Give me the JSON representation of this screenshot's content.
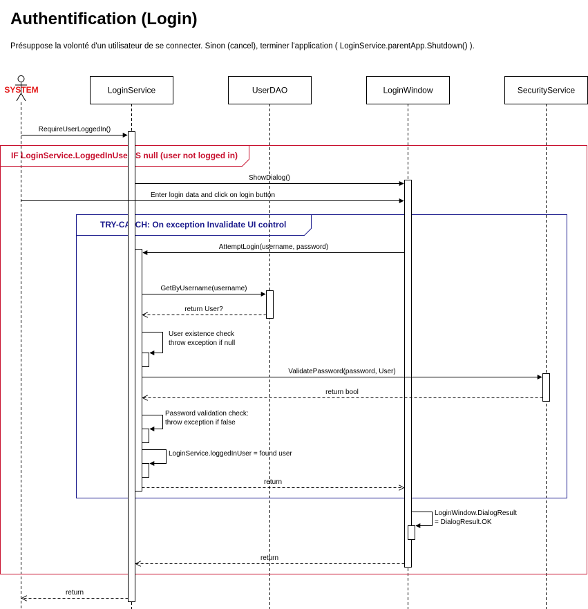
{
  "title": "Authentification (Login)",
  "subtitle": "Présuppose la volonté d'un utilisateur de se connecter. Sinon (cancel), terminer l'application ( LoginService.parentApp.Shutdown() ).",
  "actor": {
    "label": "SYSTEM",
    "color": "#e31b1b"
  },
  "participants": [
    {
      "id": "login-service",
      "label": "LoginService"
    },
    {
      "id": "user-dao",
      "label": "UserDAO"
    },
    {
      "id": "login-window",
      "label": "LoginWindow"
    },
    {
      "id": "security-service",
      "label": "SecurityService"
    }
  ],
  "frames": {
    "if_frame": {
      "label": "IF LoginService.LoggedInUser IS null (user not logged in)",
      "color": "#c8102e"
    },
    "try_frame": {
      "label": "TRY-CATCH: On exception Invalidate UI control",
      "color": "#1a1a8c"
    }
  },
  "messages": {
    "require_user_logged_in": "RequireUserLoggedIn()",
    "show_dialog": "ShowDialog()",
    "enter_login_data": "Enter login data and click on login button",
    "attempt_login": "AttemptLogin(username, password)",
    "get_by_username": "GetByUsername(username)",
    "return_user": "return User?",
    "user_existence_check": [
      "User existence check",
      "throw exception if null"
    ],
    "validate_password": "ValidatePassword(password, User)",
    "return_bool": "return bool",
    "password_validation_check": [
      "Password validation check:",
      "throw exception if false"
    ],
    "set_logged_in_user": "LoginService.loggedInUser = found user",
    "return_from_attempt": "return",
    "dialog_result": [
      "LoginWindow.DialogResult",
      "= DialogResult.OK"
    ],
    "return_from_dialog": "return",
    "return_final": "return"
  }
}
